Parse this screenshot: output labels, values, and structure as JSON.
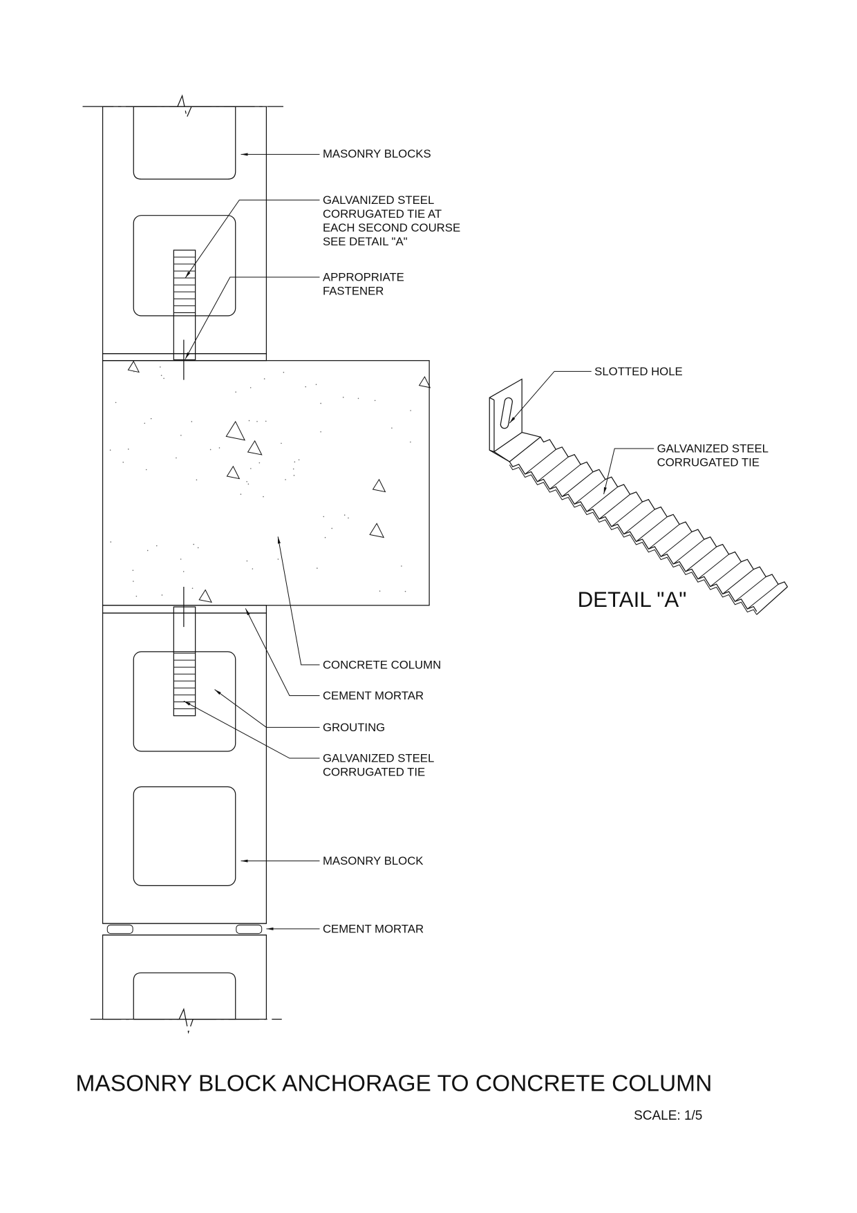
{
  "title": "MASONRY BLOCK ANCHORAGE TO CONCRETE COLUMN",
  "scale": "SCALE: 1/5",
  "labels": {
    "masonry_blocks": "MASONRY BLOCKS",
    "tie_top": [
      "GALVANIZED STEEL",
      "CORRUGATED TIE AT",
      "EACH SECOND COURSE",
      "SEE DETAIL \"A\""
    ],
    "fastener": [
      "APPROPRIATE",
      "FASTENER"
    ],
    "concrete_column": "CONCRETE COLUMN",
    "cement_mortar_1": "CEMENT MORTAR",
    "grouting": "GROUTING",
    "tie_bottom": [
      "GALVANIZED STEEL",
      "CORRUGATED TIE"
    ],
    "masonry_block": "MASONRY BLOCK",
    "cement_mortar_2": "CEMENT MORTAR"
  },
  "detail": {
    "title": "DETAIL \"A\"",
    "slotted_hole": "SLOTTED HOLE",
    "tie": [
      "GALVANIZED STEEL",
      "CORRUGATED TIE"
    ]
  }
}
